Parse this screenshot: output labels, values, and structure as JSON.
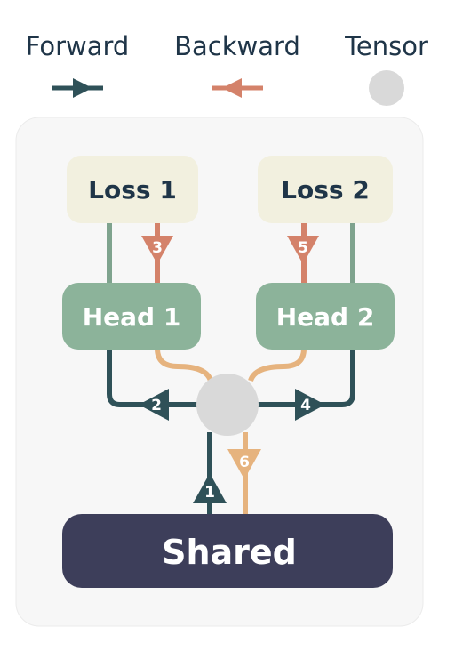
{
  "legend": {
    "forward": "Forward",
    "backward": "Backward",
    "tensor": "Tensor"
  },
  "nodes": {
    "loss1": "Loss 1",
    "loss2": "Loss 2",
    "head1": "Head 1",
    "head2": "Head 2",
    "shared": "Shared"
  },
  "steps": {
    "s1": "1",
    "s2": "2",
    "s3": "3",
    "s4": "4",
    "s5": "5",
    "s6": "6"
  },
  "colors": {
    "forward": "#2f5158",
    "backward": "#d4826a",
    "backward_light": "#e6b37e",
    "tensor": "#d9d9d9",
    "loss_fill": "#f2f0df",
    "head_fill": "#8cb39a",
    "head_link": "#7fa38e",
    "shared_fill": "#3d3e5a",
    "panel_fill": "#f7f7f7"
  }
}
